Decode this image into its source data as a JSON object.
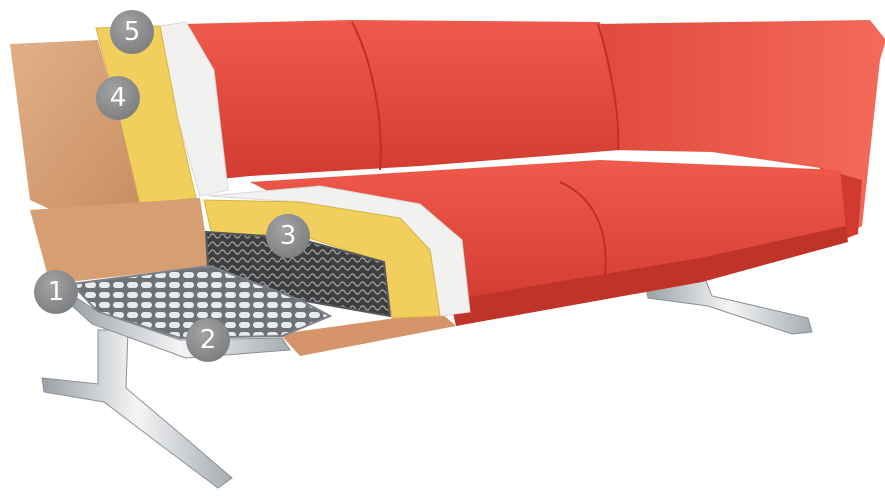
{
  "callouts": [
    {
      "label": "1"
    },
    {
      "label": "2"
    },
    {
      "label": "3"
    },
    {
      "label": "4"
    },
    {
      "label": "5"
    }
  ],
  "colors": {
    "upholstery": "#e8483c",
    "upholstery_shade": "#c8372d",
    "foam_yellow": "#f2cf5c",
    "fiber_white": "#f1f1ef",
    "wood": "#d9a57a",
    "metal": "#c9ccd0",
    "badge": "#8d8f91"
  }
}
